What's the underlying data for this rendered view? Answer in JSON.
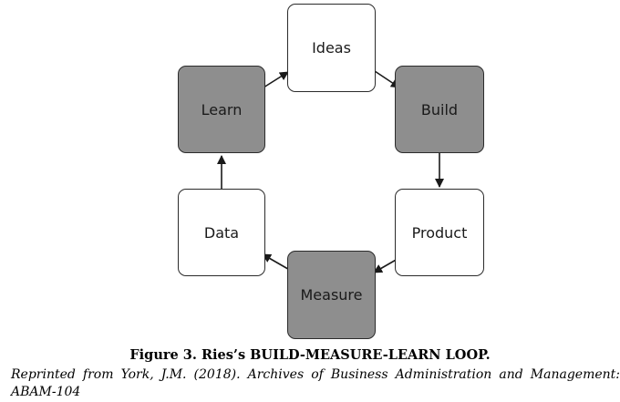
{
  "colors": {
    "light_fill": "#ffffff",
    "dark_fill": "#8e8e8e",
    "border": "#2b2b2b",
    "arrow": "#1a1a1a"
  },
  "nodes": {
    "ideas": {
      "label": "Ideas",
      "shade": "light"
    },
    "build": {
      "label": "Build",
      "shade": "dark"
    },
    "product": {
      "label": "Product",
      "shade": "light"
    },
    "measure": {
      "label": "Measure",
      "shade": "dark"
    },
    "data": {
      "label": "Data",
      "shade": "light"
    },
    "learn": {
      "label": "Learn",
      "shade": "dark"
    }
  },
  "edges": [
    [
      "learn",
      "ideas"
    ],
    [
      "ideas",
      "build"
    ],
    [
      "build",
      "product"
    ],
    [
      "product",
      "measure"
    ],
    [
      "measure",
      "data"
    ],
    [
      "data",
      "learn"
    ]
  ],
  "caption": {
    "title": "Figure 3. Ries’s BUILD-MEASURE-LEARN LOOP.",
    "source": "Reprinted from York, J.M. (2018). Archives of Business Administration and Management: ABAM-104"
  }
}
